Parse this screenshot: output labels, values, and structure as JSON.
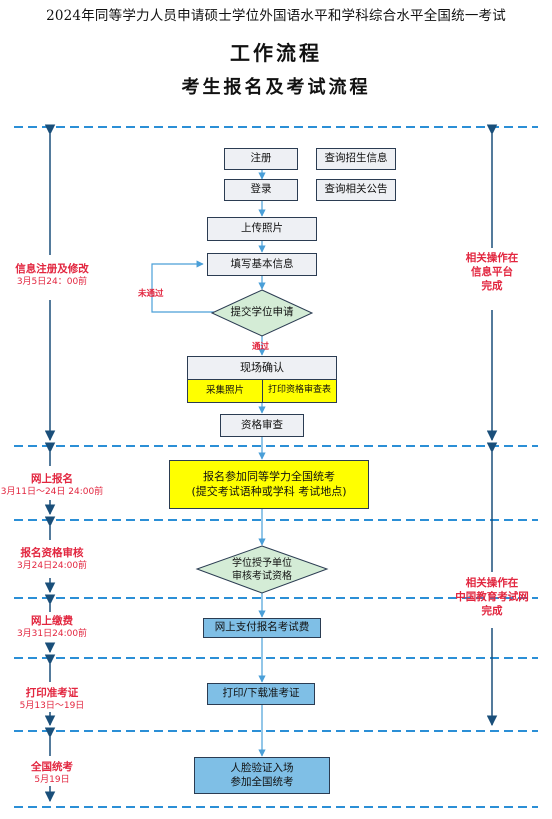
{
  "header": {
    "top_title": "2024年同等学力人员申请硕士学位外国语水平和学科综合水平全国统一考试",
    "title": "工作流程",
    "subtitle": "考生报名及考试流程"
  },
  "flow": {
    "register": "注册",
    "query_admission": "查询招生信息",
    "login": "登录",
    "query_notice": "查询相关公告",
    "upload_photo": "上传照片",
    "fill_info": "填写基本信息",
    "submit_apply": "提交学位申请",
    "not_passed": "未通过",
    "passed": "通过",
    "onsite_confirm": "现场确认",
    "collect_photo": "采集照片",
    "print_form": "打印资格审查表",
    "qual_review": "资格审查",
    "apply_exam_line1": "报名参加同等学力全国统考",
    "apply_exam_line2": "(提交考试语种或学科 考试地点)",
    "unit_review_line1": "学位授予单位",
    "unit_review_line2": "审核考试资格",
    "pay_online": "网上支付报名考试费",
    "print_ticket": "打印/下载准考证",
    "face_line1": "人脸验证入场",
    "face_line2": "参加全国统考"
  },
  "left_stages": [
    {
      "title": "信息注册及修改",
      "date": "3月5日24：00前"
    },
    {
      "title": "网上报名",
      "date": "3月11日～24日 24:00前"
    },
    {
      "title": "报名资格审核",
      "date": "3月24日24:00前"
    },
    {
      "title": "网上缴费",
      "date": "3月31日24:00前"
    },
    {
      "title": "打印准考证",
      "date": "5月13日～19日"
    },
    {
      "title": "全国统考",
      "date": "5月19日"
    }
  ],
  "right_notes": [
    {
      "line1": "相关操作在",
      "line2": "信息平台",
      "line3": "完成"
    },
    {
      "line1": "相关操作在",
      "line2": "中国教育考试网",
      "line3": "完成"
    }
  ],
  "colors": {
    "dash_line": "#2b8fd6",
    "stage_text": "#e2263f",
    "box_grey": "#eef0f4",
    "box_yellow": "#ffff00",
    "box_blue": "#7fbfe6",
    "diamond": "#d4ecd6",
    "arrow": "#4a9fd8"
  }
}
